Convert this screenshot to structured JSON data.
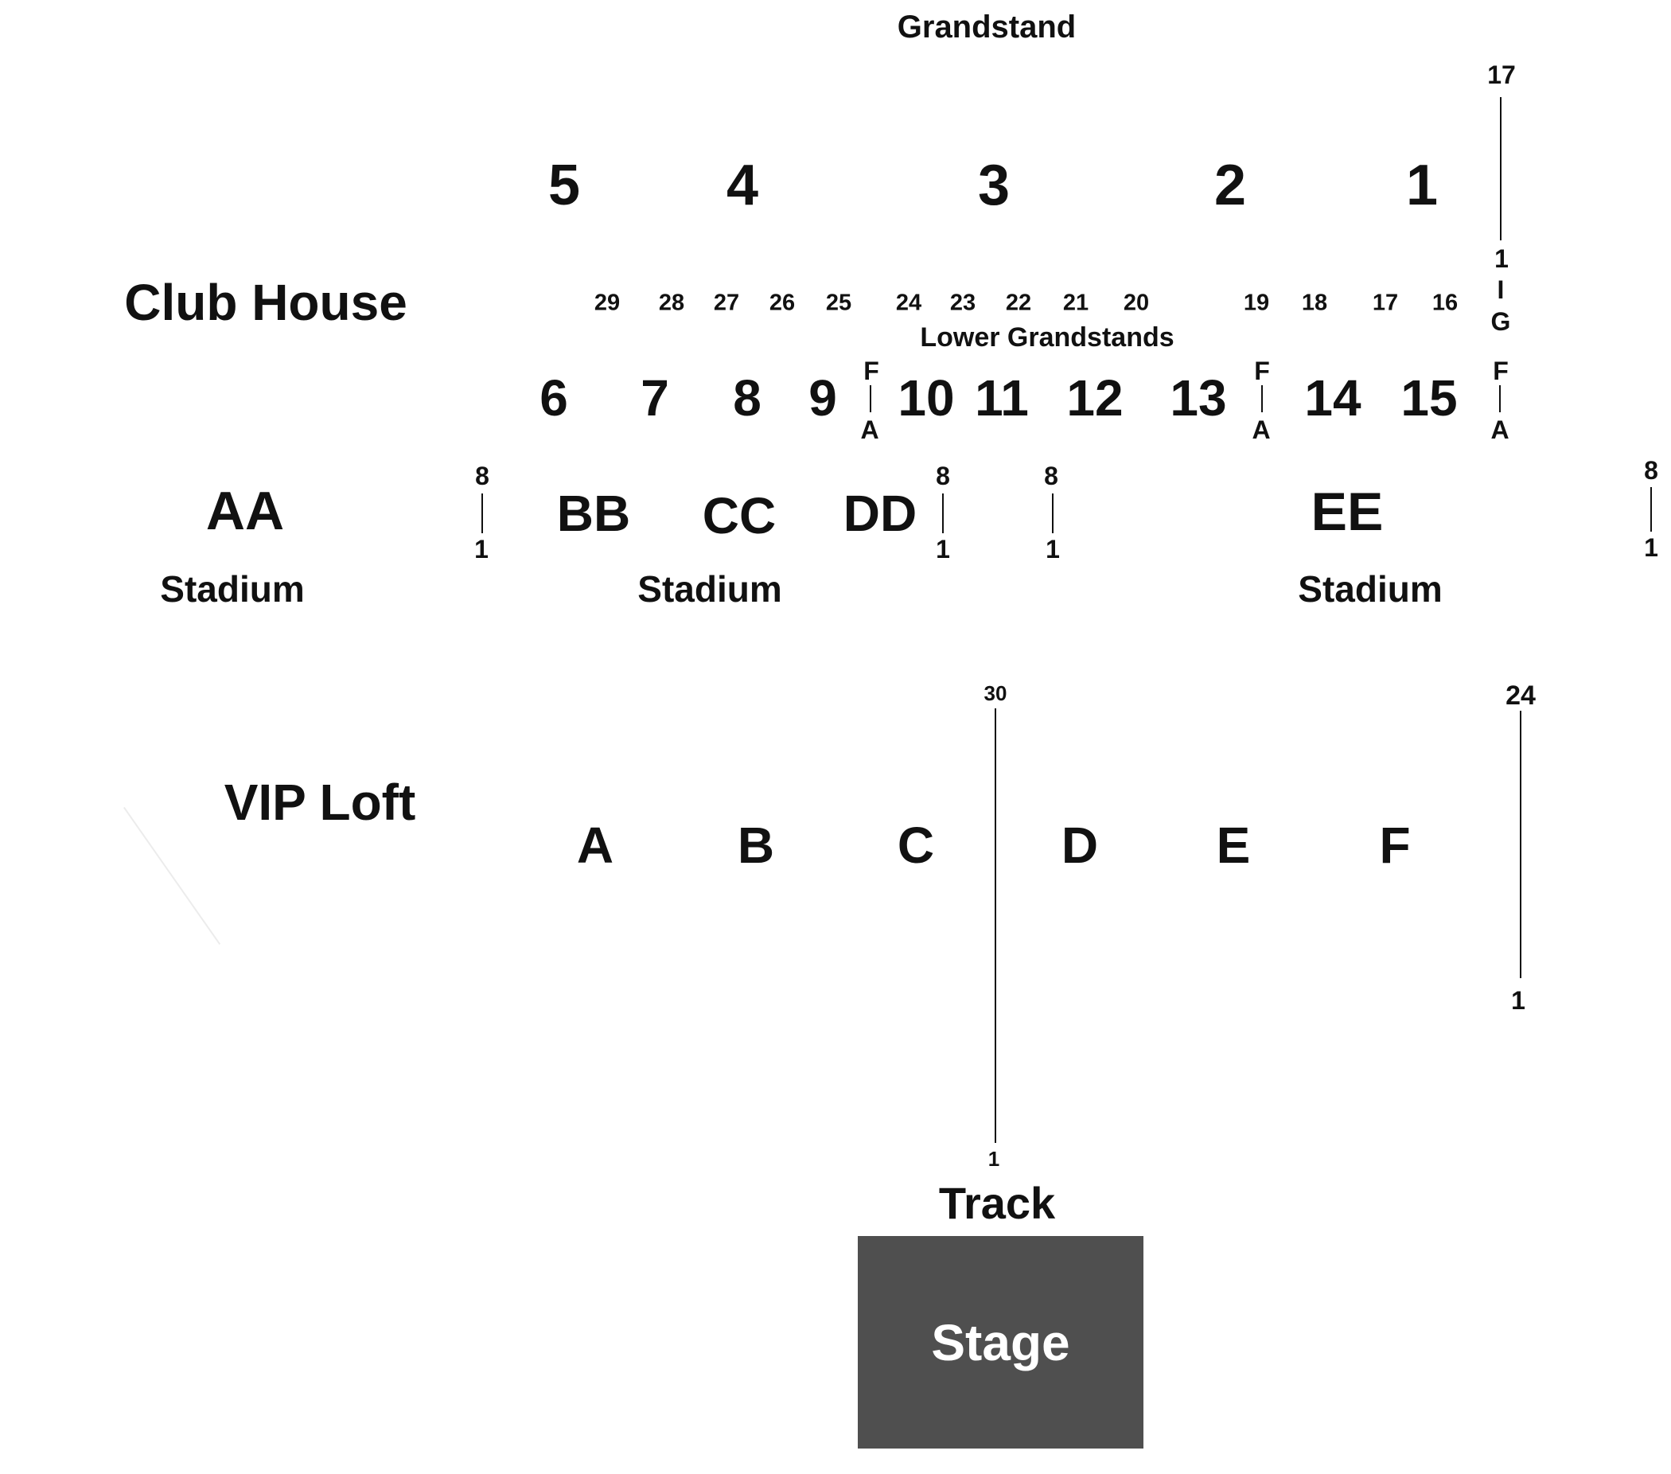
{
  "colors": {
    "text": "#111111",
    "stage_fill": "#4f4f4f",
    "stage_text": "#ffffff",
    "background": "#ffffff"
  },
  "titles": {
    "grandstand": "Grandstand",
    "club_house": "Club House",
    "lower_grandstands": "Lower Grandstands",
    "vip_loft": "VIP Loft",
    "track": "Track",
    "stage": "Stage"
  },
  "stadium_labels": [
    "Stadium",
    "Stadium",
    "Stadium"
  ],
  "grandstand_sections": [
    "5",
    "4",
    "3",
    "2",
    "1"
  ],
  "lower_sections": [
    "6",
    "7",
    "8",
    "9",
    "10",
    "11",
    "12",
    "13",
    "14",
    "15"
  ],
  "small_sections": [
    "29",
    "28",
    "27",
    "26",
    "25",
    "24",
    "23",
    "22",
    "21",
    "20",
    "19",
    "18",
    "17",
    "16"
  ],
  "stadium_sections": [
    "AA",
    "BB",
    "CC",
    "DD",
    "EE"
  ],
  "vip_sections": [
    "A",
    "B",
    "C",
    "D",
    "E",
    "F"
  ],
  "row_ranges": {
    "grandstand_right": {
      "top": "17",
      "bottom": "1"
    },
    "g_marker": {
      "top": "I",
      "bottom": "G"
    },
    "fa_markers": [
      {
        "top": "F",
        "bottom": "A"
      },
      {
        "top": "F",
        "bottom": "A"
      },
      {
        "top": "F",
        "bottom": "A"
      }
    ],
    "stadium_markers": [
      {
        "top": "8",
        "bottom": "1"
      },
      {
        "top": "8",
        "bottom": "1"
      },
      {
        "top": "8",
        "bottom": "1"
      },
      {
        "top": "8",
        "bottom": "1"
      }
    ],
    "vip_center": {
      "top": "30",
      "bottom": "1"
    },
    "vip_right": {
      "top": "24",
      "bottom": "1"
    }
  }
}
